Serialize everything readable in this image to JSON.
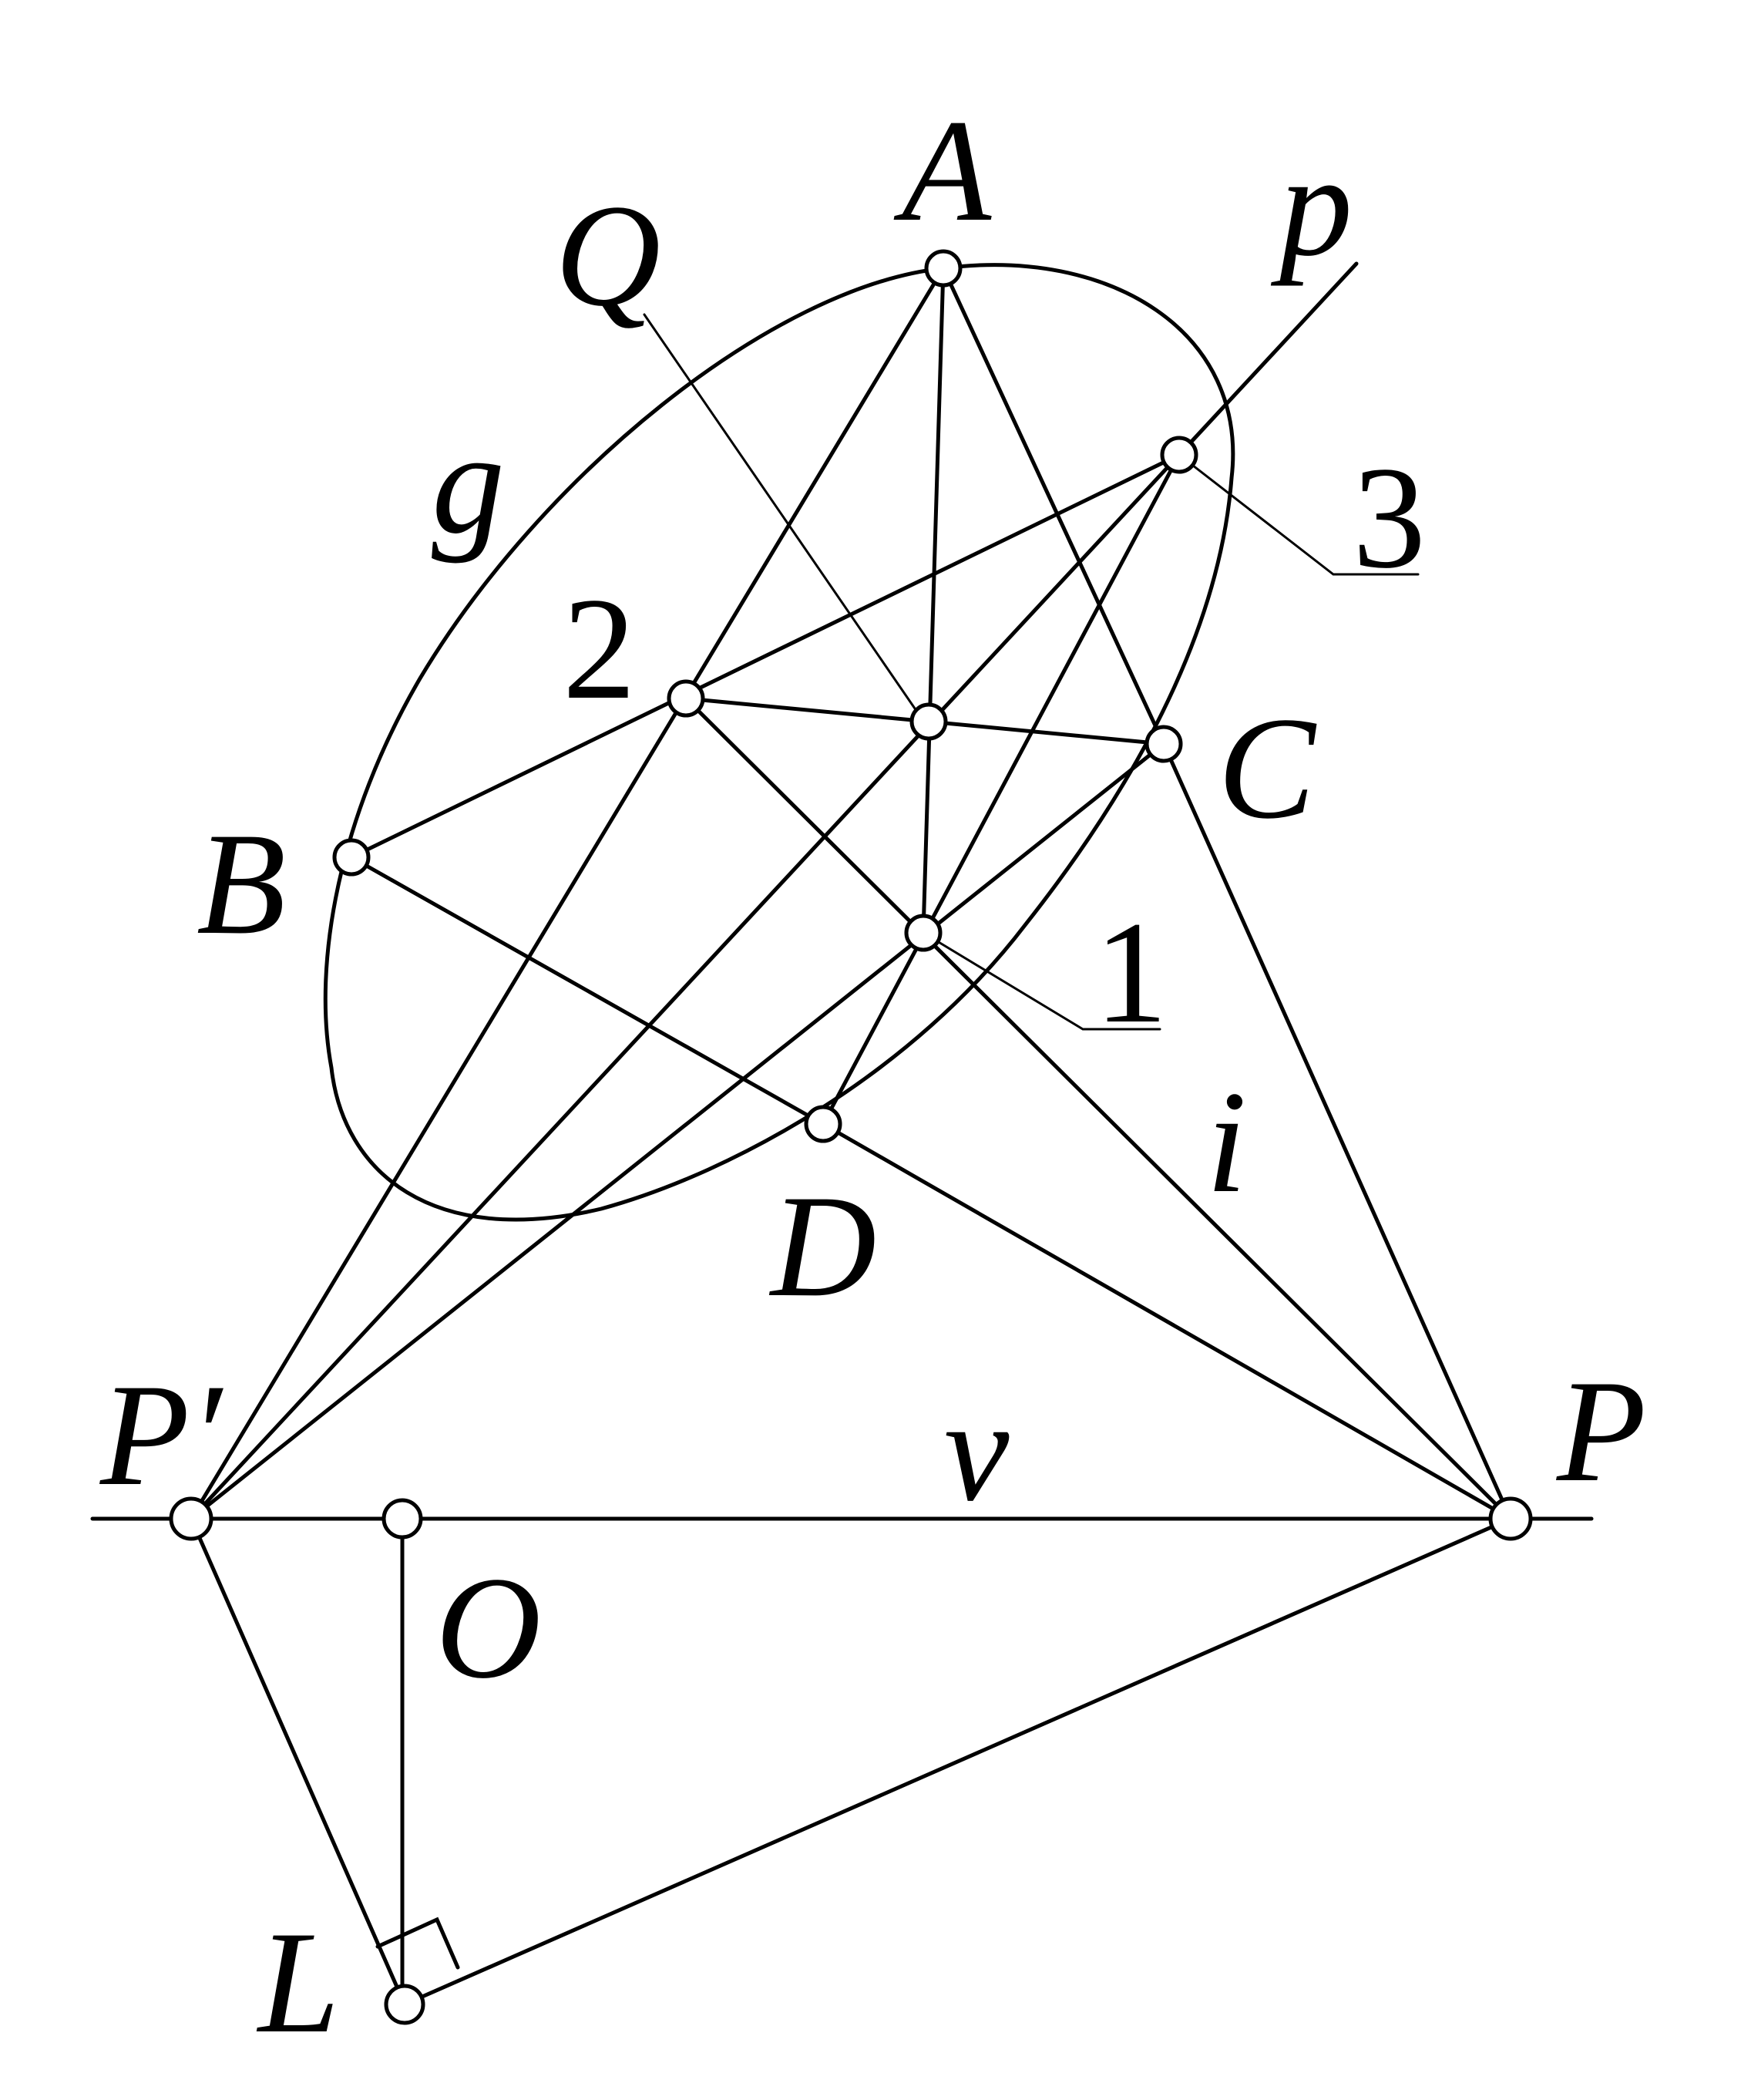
{
  "labels": {
    "A": "A",
    "B": "B",
    "C": "C",
    "D": "D",
    "Q": "Q",
    "p": "p",
    "g": "g",
    "i": "i",
    "v": "v",
    "O": "O",
    "L": "L",
    "P": "P",
    "P_prime": "P′",
    "one": "1",
    "two": "2",
    "three": "3"
  }
}
